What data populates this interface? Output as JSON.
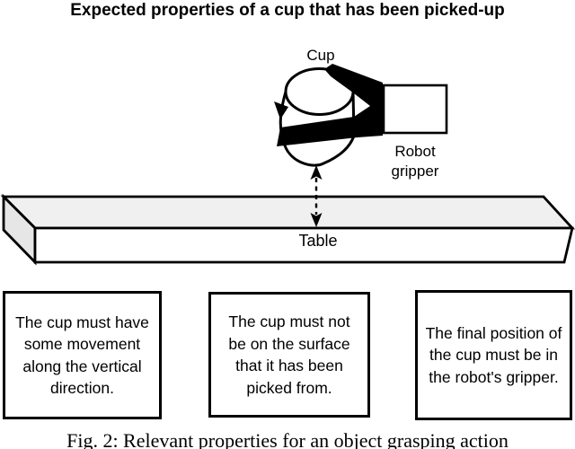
{
  "title": "Expected properties of a cup that has been picked-up",
  "diagram": {
    "cup_label": "Cup",
    "gripper_label_line1": "Robot",
    "gripper_label_line2": "gripper",
    "table_label": "Table"
  },
  "boxes": [
    {
      "lines": [
        "The cup must have",
        "some movement",
        "along the vertical",
        "direction."
      ]
    },
    {
      "lines": [
        "The cup must not",
        "be on the surface",
        "that it has been",
        "picked from."
      ]
    },
    {
      "lines": [
        "The final position of",
        "the cup must be in",
        "the robot's gripper."
      ]
    }
  ],
  "caption": "Fig. 2: Relevant properties for an object grasping action",
  "colors": {
    "ink": "#000000",
    "table_top": "#f0f0f0",
    "table_side": "#e6e6e6",
    "background": "#ffffff"
  }
}
